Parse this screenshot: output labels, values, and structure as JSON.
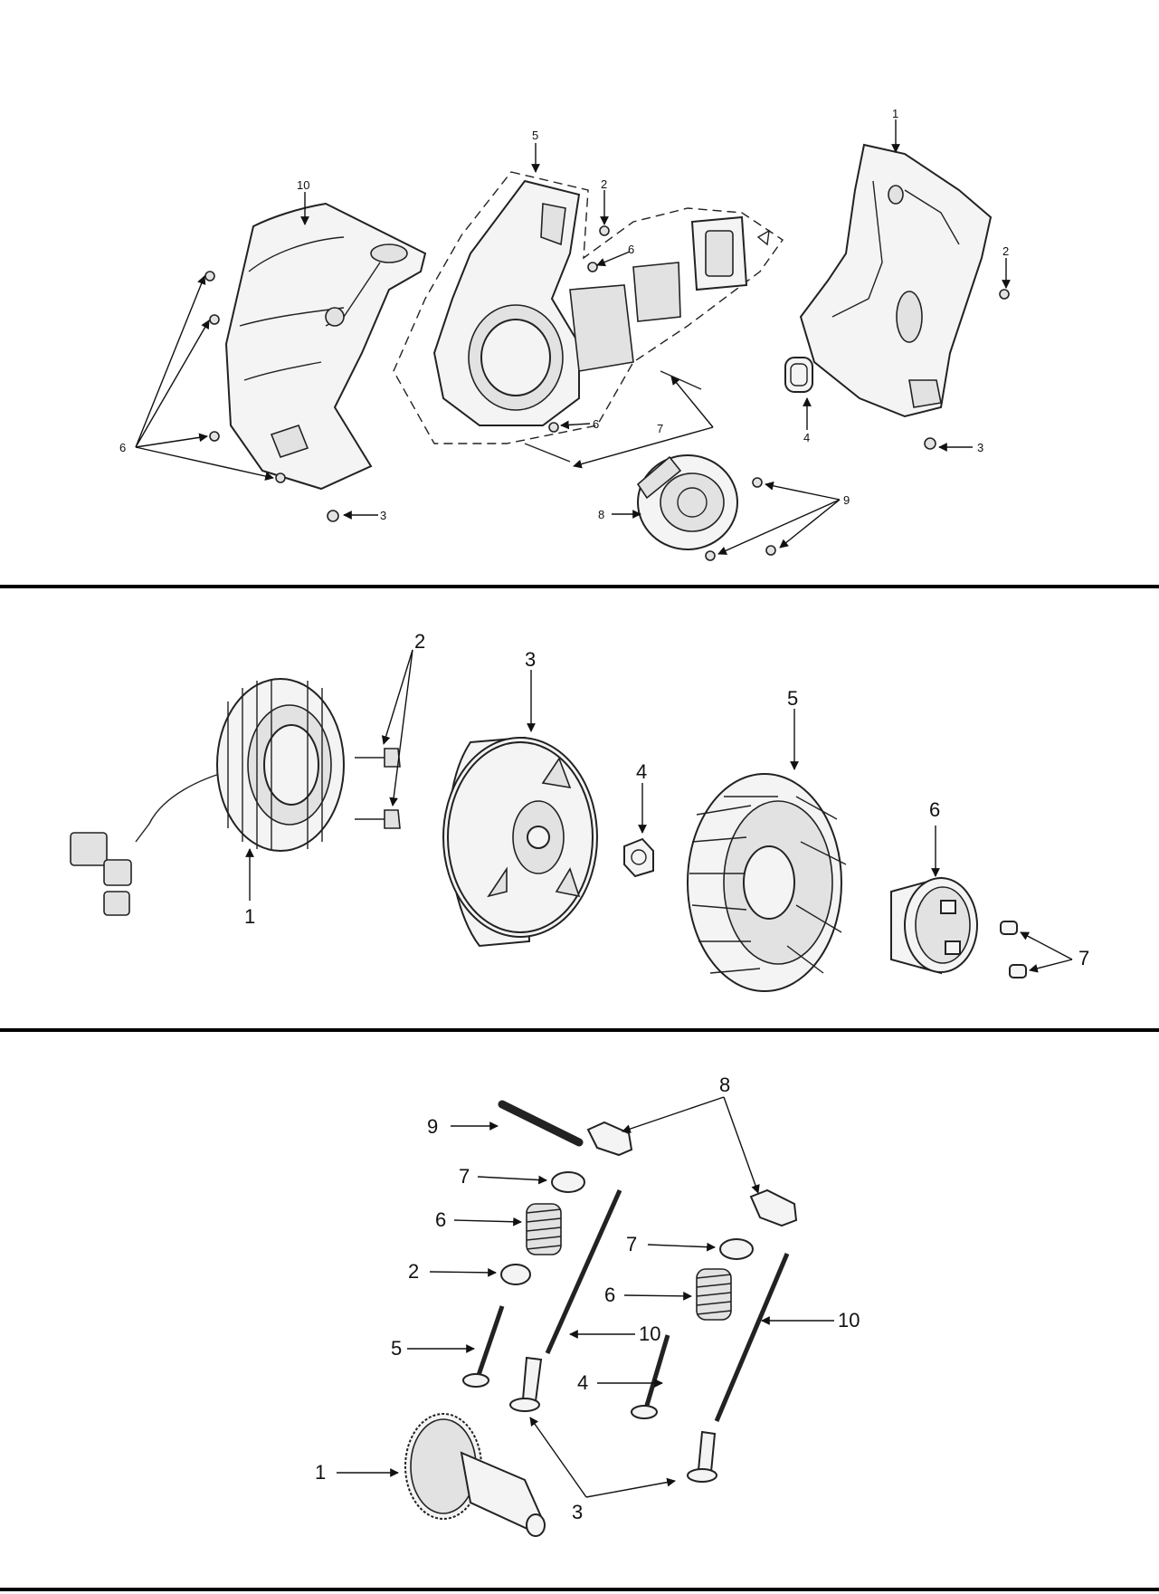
{
  "colors": {
    "line": "#222222",
    "fill": "#f4f4f4",
    "divider": "#000000",
    "background": "#ffffff"
  },
  "panels": [
    {
      "id": "covers-assembly",
      "callouts": [
        "1",
        "2",
        "2",
        "3",
        "3",
        "4",
        "5",
        "6",
        "6",
        "6",
        "7",
        "8",
        "9",
        "10"
      ]
    },
    {
      "id": "alternator-flywheel-assembly",
      "callouts": [
        "1",
        "2",
        "3",
        "4",
        "5",
        "6",
        "7"
      ]
    },
    {
      "id": "valve-train-assembly",
      "callouts": [
        "1",
        "2",
        "3",
        "4",
        "5",
        "6",
        "6",
        "7",
        "7",
        "8",
        "9",
        "10",
        "10"
      ]
    }
  ]
}
